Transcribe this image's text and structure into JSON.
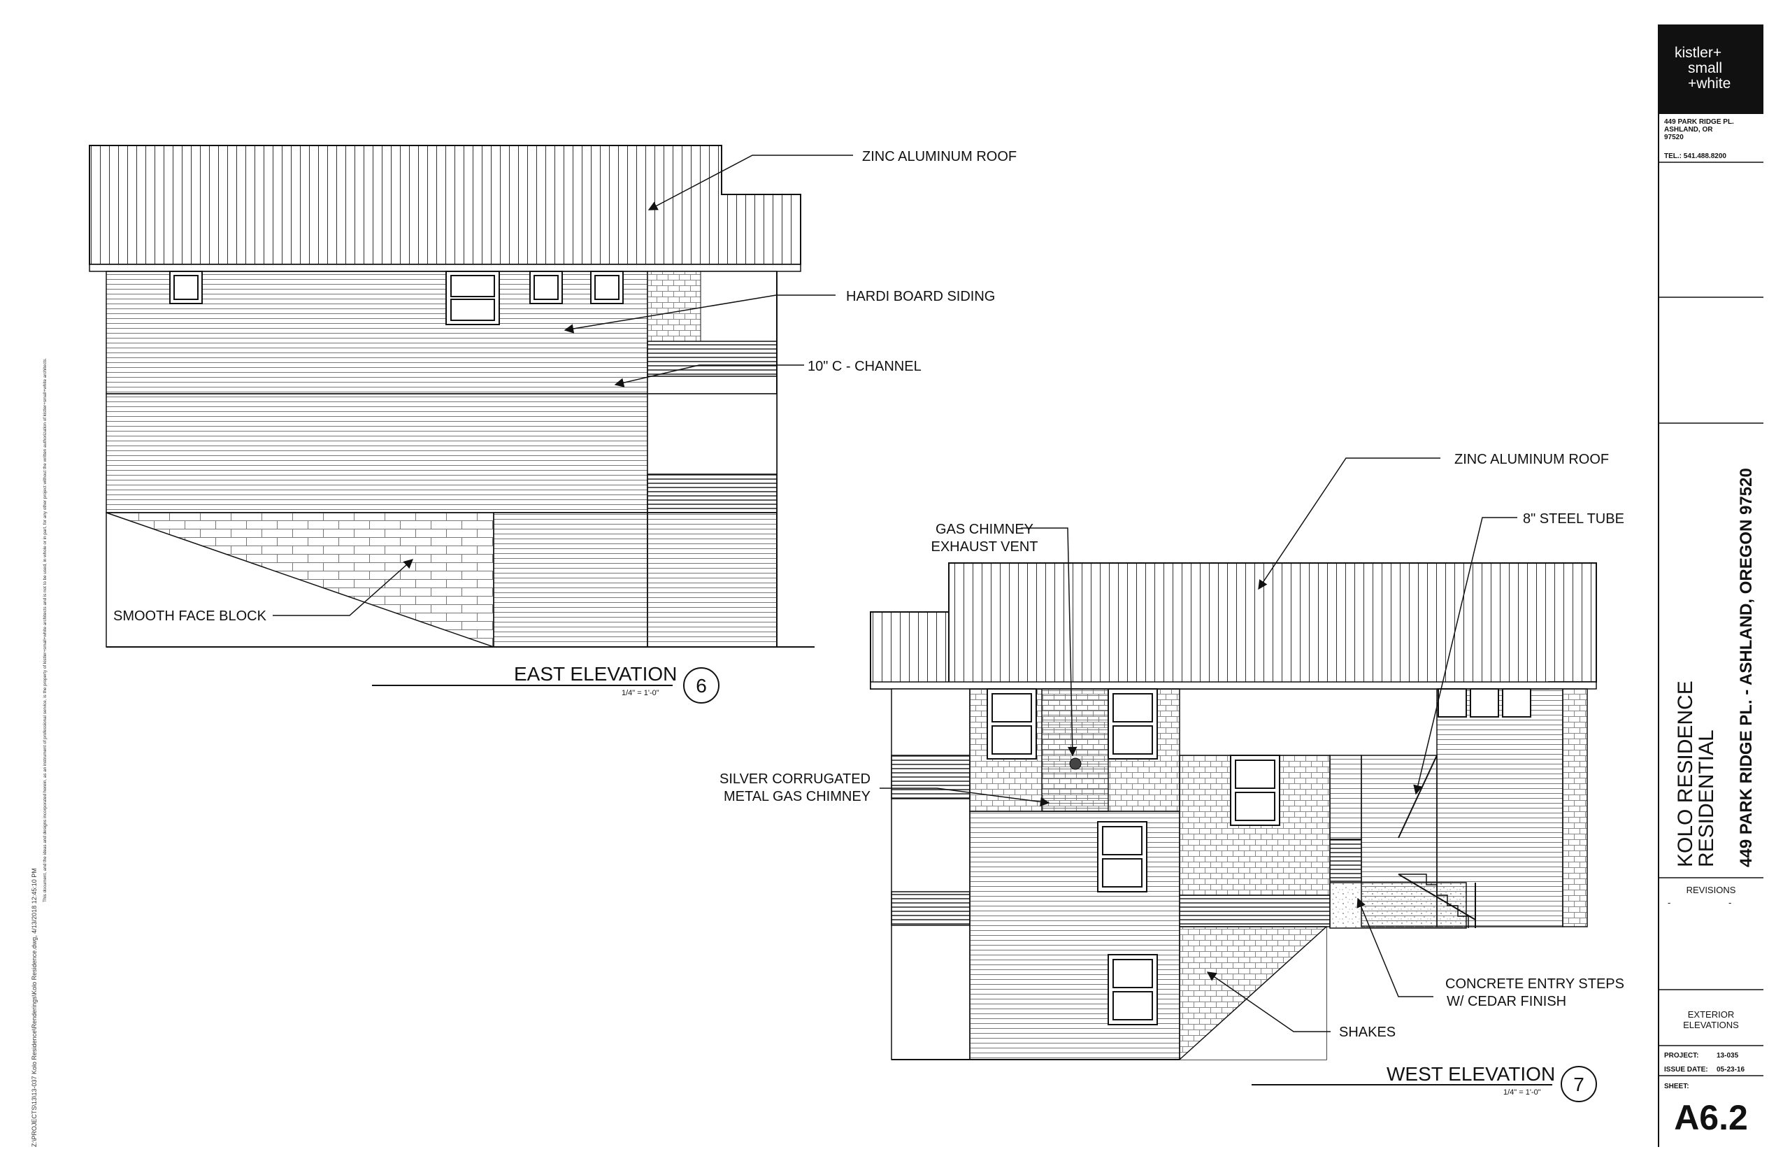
{
  "sidebar": {
    "path_line": "Z:\\PROJECTS\\13\\13-037 Kolo Residence\\Renderings\\Kolo Residence.dwg, 4/13/2018 12:45:10 PM",
    "disclaimer_line": "This document, and the ideas and designs incorporated herein, as an instrument of professional service, is the property of kistler+small+white architects and is not to be used, in whole or in part, for any other project without the written authorization of kistler+small+white architects."
  },
  "title_block": {
    "logo": {
      "line1": "kistler+",
      "line2": "small",
      "line3": "+white"
    },
    "address": [
      "449 PARK RIDGE PL.",
      "ASHLAND, OR",
      "97520"
    ],
    "tel": "TEL.: 541.488.8200",
    "project_name_1": "KOLO RESIDENCE",
    "project_name_2": "RESIDENTIAL",
    "project_address": "449 PARK RIDGE PL. - ASHLAND, OREGON 97520",
    "revisions_label": "REVISIONS",
    "revisions_dash_1": "-",
    "revisions_dash_2": "-",
    "sheet_title_1": "EXTERIOR",
    "sheet_title_2": "ELEVATIONS",
    "project_label": "PROJECT:",
    "project_value": "13-035",
    "issue_label": "ISSUE DATE:",
    "issue_value": "05-23-16",
    "sheet_label": "SHEET:",
    "sheet_number": "A6.2"
  },
  "east_elevation": {
    "title": "EAST ELEVATION",
    "scale": "1/4\" = 1'-0\"",
    "number": "6",
    "notes": {
      "roof": "ZINC ALUMINUM ROOF",
      "siding": "HARDI BOARD SIDING",
      "channel": "10\" C - CHANNEL",
      "block": "SMOOTH FACE BLOCK"
    }
  },
  "west_elevation": {
    "title": "WEST ELEVATION",
    "scale": "1/4\" = 1'-0\"",
    "number": "7",
    "notes": {
      "roof": "ZINC ALUMINUM ROOF",
      "tube": "8\" STEEL TUBE",
      "chimney_vent_1": "GAS CHIMNEY",
      "chimney_vent_2": "EXHAUST VENT",
      "chimney_1": "SILVER CORRUGATED",
      "chimney_2": "METAL GAS CHIMNEY",
      "steps_1": "CONCRETE ENTRY STEPS",
      "steps_2": "W/ CEDAR FINISH",
      "shakes": "SHAKES"
    }
  }
}
